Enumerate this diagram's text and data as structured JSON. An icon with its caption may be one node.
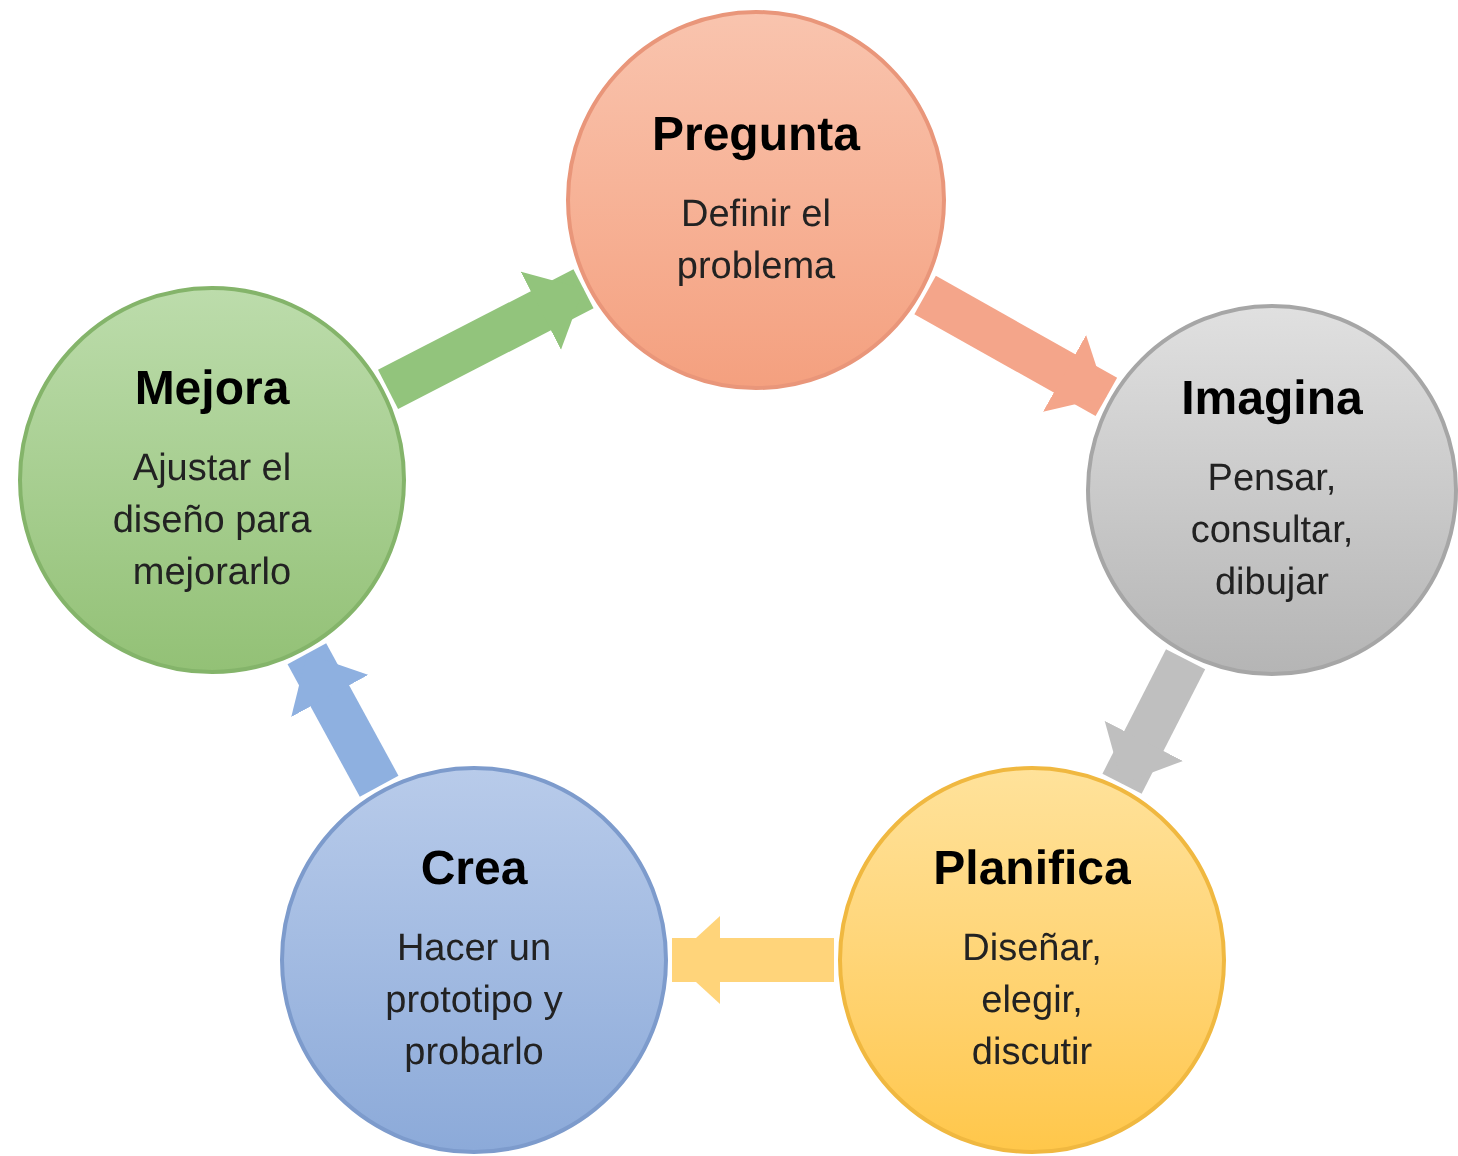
{
  "diagram": {
    "nodes": [
      {
        "text": [
          "Pregunta",
          "Definir el problema"
        ]
      },
      {
        "text": [
          "Imagina",
          "Pensar, consultar, dibujar"
        ]
      },
      {
        "text": [
          "Planifica",
          "Diseñar, elegir, discutir"
        ]
      },
      {
        "text": [
          "Crea",
          "Hacer un prototipo y probarlo"
        ]
      },
      {
        "text": [
          "Mejora",
          "Ajustar el diseño para mejorarlo"
        ]
      }
    ],
    "edges": [
      {
        "from": 0,
        "to": 1,
        "arrow": "to",
        "color": "#f4a58a"
      },
      {
        "from": 1,
        "to": 2,
        "arrow": "to",
        "color": "#bfbfbf"
      },
      {
        "from": 2,
        "to": 3,
        "arrow": "to",
        "color": "#ffd47a"
      },
      {
        "from": 3,
        "to": 4,
        "arrow": "to",
        "color": "#8eb0e0"
      },
      {
        "from": 4,
        "to": 0,
        "arrow": "to",
        "color": "#92c47c"
      }
    ]
  }
}
